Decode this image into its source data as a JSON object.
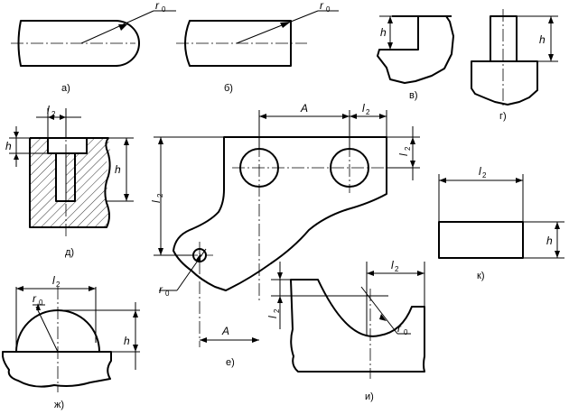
{
  "figures": {
    "a": {
      "caption": "а)",
      "radius_label": "r",
      "radius_sub": "0"
    },
    "b": {
      "caption": "б)",
      "radius_label": "r",
      "radius_sub": "0"
    },
    "v": {
      "caption": "в)",
      "height_label": "h"
    },
    "g": {
      "caption": "г)",
      "height_label": "h"
    },
    "d": {
      "caption": "д)",
      "length_label": "l",
      "length_sub": "2",
      "height_label": "h",
      "step_label": "h"
    },
    "e": {
      "caption": "е)",
      "distance_label": "A",
      "length_label": "l",
      "length_sub": "2",
      "radius_label": "r",
      "radius_sub": "0"
    },
    "zh": {
      "caption": "ж)",
      "length_label": "l",
      "length_sub": "2",
      "radius_label": "r",
      "radius_sub": "0",
      "height_label": "h"
    },
    "i": {
      "caption": "и)",
      "length_label": "l",
      "length_sub": "2",
      "radius_label": "r",
      "radius_sub": "0"
    },
    "k": {
      "caption": "к)",
      "length_label": "l",
      "length_sub": "2",
      "height_label": "h"
    }
  }
}
